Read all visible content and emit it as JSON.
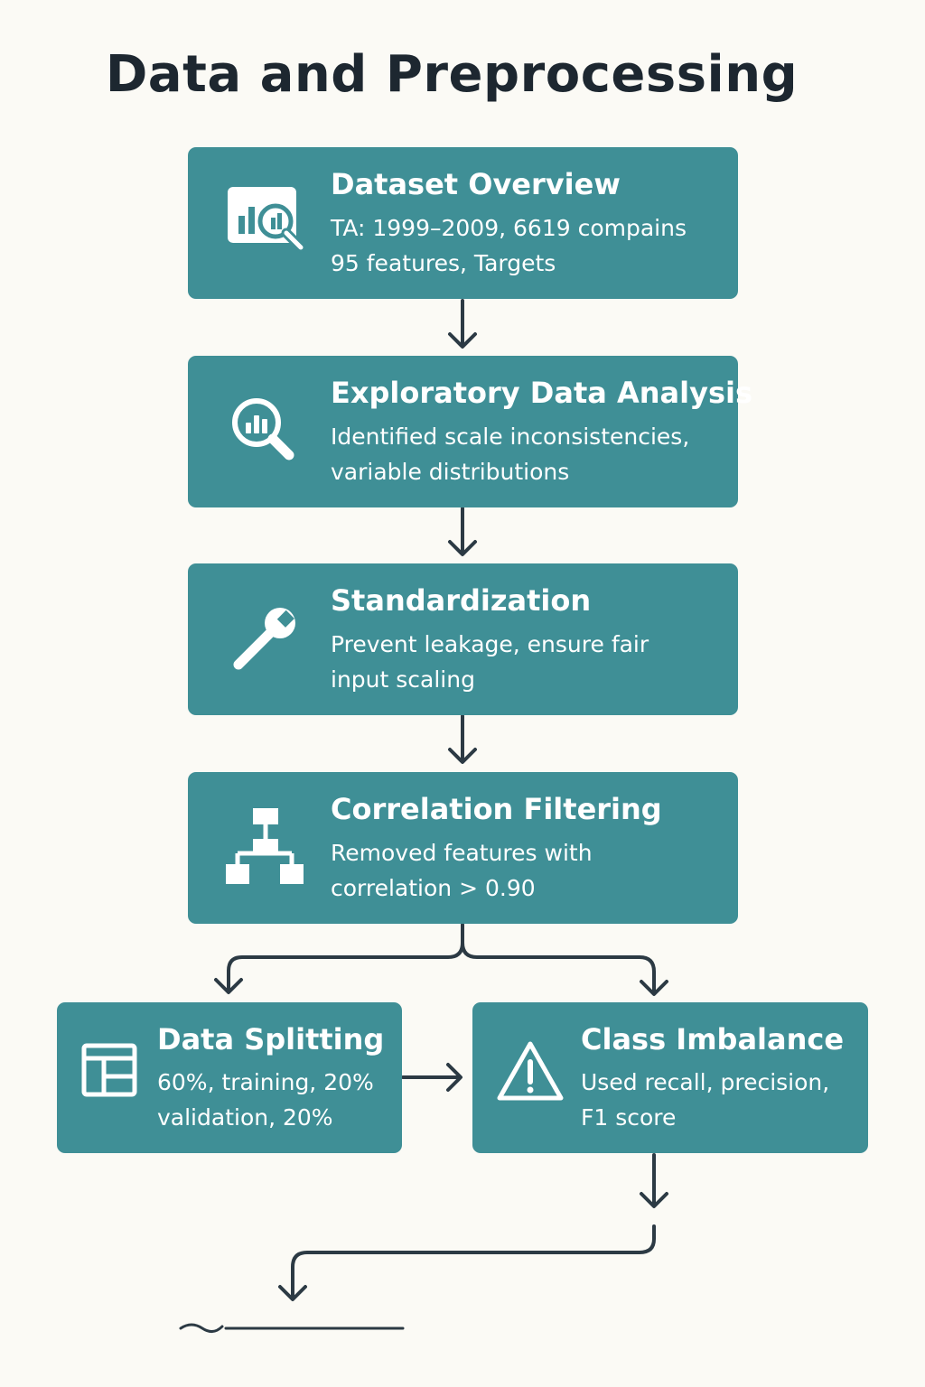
{
  "title": "Data and Preprocessing",
  "colors": {
    "background": "#fbfaf5",
    "box": "#3f8f96",
    "text_on_box": "#ffffff",
    "title": "#1d2730",
    "arrow": "#2c3a44"
  },
  "steps": [
    {
      "icon": "magnifier-chart-icon",
      "title": "Dataset Overview",
      "lines": [
        "TA: 1999–2009, 6619 compains",
        "95 features, Targets"
      ]
    },
    {
      "icon": "search-analytics-icon",
      "title": "Exploratory Data Analysis",
      "lines": [
        "Identified scale inconsistencies,",
        "variable distributions"
      ]
    },
    {
      "icon": "wrench-icon",
      "title": "Standardization",
      "lines": [
        "Prevent leakage, ensure fair",
        "input scaling"
      ]
    },
    {
      "icon": "hierarchy-icon",
      "title": "Correlation Filtering",
      "lines": [
        "Removed features with",
        "correlation > 0.90"
      ]
    },
    {
      "icon": "table-layout-icon",
      "title": "Data Splitting",
      "lines": [
        "60%, training, 20%",
        "validation, 20%"
      ]
    },
    {
      "icon": "warning-icon",
      "title": "Class Imbalance",
      "lines": [
        "Used recall, precision,",
        "F1 score"
      ]
    }
  ]
}
